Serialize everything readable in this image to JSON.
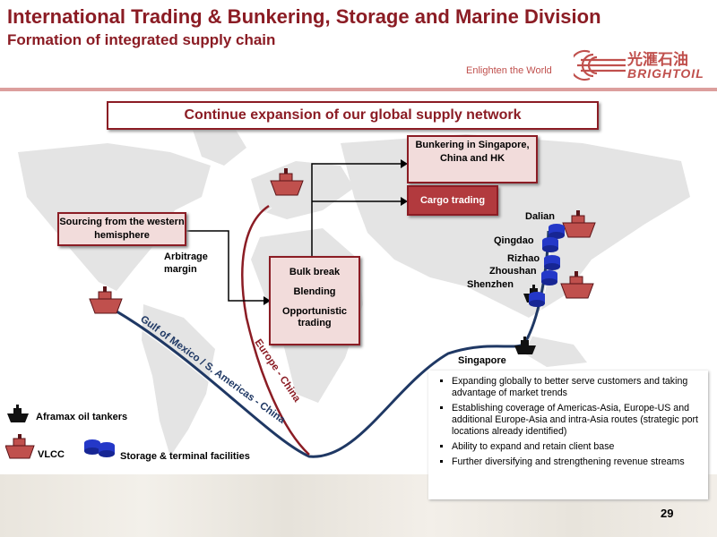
{
  "header": {
    "title": "International Trading & Bunkering, Storage and Marine Division",
    "subtitle": "Formation of integrated supply chain",
    "tagline": "Enlighten the World",
    "logo_text_cn": "光滙石油",
    "logo_text_en": "BRIGHTOIL"
  },
  "banner": "Continue expansion of our global supply network",
  "boxes": {
    "sourcing": "Sourcing from the western hemisphere",
    "bunkering": "Bunkering in Singapore, China and HK",
    "cargo": "Cargo trading",
    "bulk_break": "Bulk break",
    "blending": "Blending",
    "opportunistic": "Opportunistic trading"
  },
  "labels": {
    "arbitrage": "Arbitrage margin",
    "route_americas": "Gulf of Mexico / S. Americas - China",
    "route_europe": "Europe - China",
    "dalian": "Dalian",
    "qingdao": "Qingdao",
    "rizhao": "Rizhao",
    "zhoushan": "Zhoushan",
    "shenzhen": "Shenzhen",
    "singapore": "Singapore"
  },
  "legend": {
    "aframax": "Aframax oil tankers",
    "vlcc": "VLCC",
    "storage": "Storage & terminal facilities"
  },
  "bullets": [
    "Expanding globally to better serve customers and taking advantage of market trends",
    "Establishing coverage of Americas-Asia, Europe-US and additional Europe-Asia and intra-Asia routes (strategic port locations already identified)",
    "Ability to expand and retain client base",
    "Further diversifying and strengthening revenue streams"
  ],
  "page_number": "29",
  "colors": {
    "brand_red": "#8b1c24",
    "box_fill": "#f2dcdb",
    "route_blue": "#1f3864",
    "storage_blue": "#2438c8"
  }
}
